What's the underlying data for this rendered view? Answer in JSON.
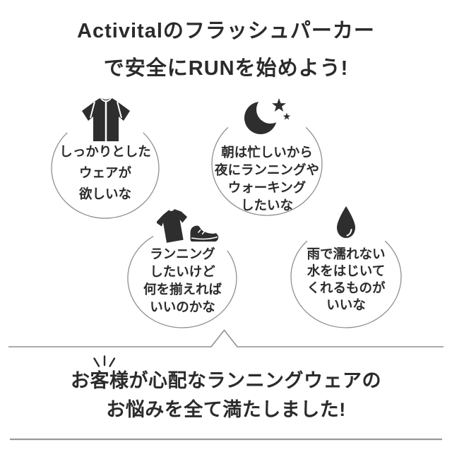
{
  "title": {
    "line1": "Activitalのフラッシュパーカー",
    "line2": "で安全にRUNを始めよう!"
  },
  "bubbles": [
    {
      "icon": "zip-jersey-icon",
      "lines": [
        "しっかりとした",
        "ウェアが",
        "欲しいな"
      ]
    },
    {
      "icon": "moon-stars-icon",
      "lines": [
        "朝は忙しいから",
        "夜にランニングや",
        "ウォーキング",
        "したいな"
      ]
    },
    {
      "icon": "tshirt-shoe-icon",
      "lines": [
        "ランニング",
        "したいけど",
        "何を揃えれば",
        "いいのかな"
      ]
    },
    {
      "icon": "water-drop-icon",
      "lines": [
        "雨で濡れない",
        "水をはじいて",
        "くれるものが",
        "いいな"
      ]
    }
  ],
  "footer": {
    "line1": "お客様が心配なランニングウェアの",
    "line2": "お悩みを全て満たしました!"
  },
  "colors": {
    "background": "#ffffff",
    "text": "#2b2b2b",
    "icon": "#2e2e2e",
    "border": "#8f8f8f",
    "rule": "#9a9a9a"
  }
}
